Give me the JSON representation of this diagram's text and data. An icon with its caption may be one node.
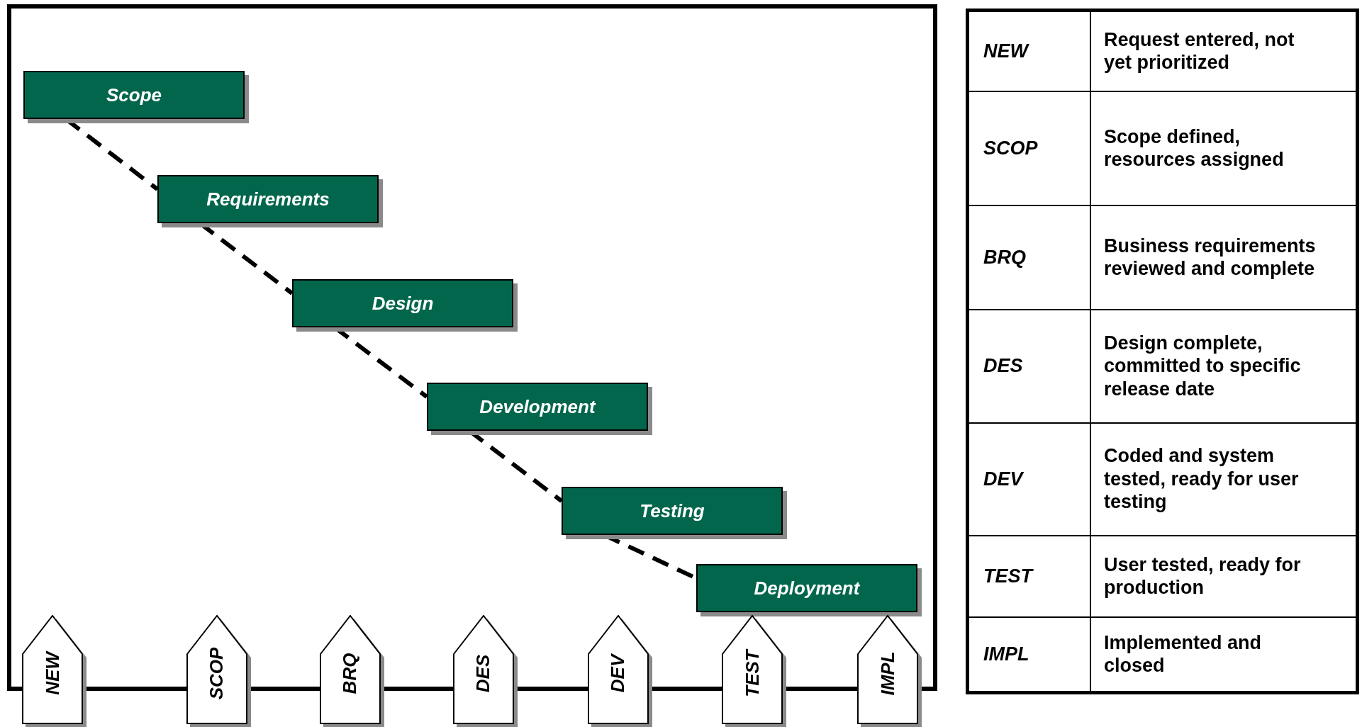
{
  "diagram": {
    "nodes": [
      {
        "text": [
          "Scope"
        ]
      },
      {
        "text": [
          "Requirements"
        ]
      },
      {
        "text": [
          "Design"
        ]
      },
      {
        "text": [
          "Development"
        ]
      },
      {
        "text": [
          "Testing"
        ]
      },
      {
        "text": [
          "Deployment"
        ]
      },
      {
        "text": [
          "NEW"
        ]
      },
      {
        "text": [
          "SCOP"
        ]
      },
      {
        "text": [
          "BRQ"
        ]
      },
      {
        "text": [
          "DES"
        ]
      },
      {
        "text": [
          "DEV"
        ]
      },
      {
        "text": [
          "TEST"
        ]
      },
      {
        "text": [
          "IMPL"
        ]
      }
    ],
    "edges": [
      {
        "from": 0,
        "to": 1,
        "arrow": "none",
        "style": "dashed"
      },
      {
        "from": 1,
        "to": 2,
        "arrow": "none",
        "style": "dashed"
      },
      {
        "from": 2,
        "to": 3,
        "arrow": "none",
        "style": "dashed"
      },
      {
        "from": 3,
        "to": 4,
        "arrow": "none",
        "style": "dashed"
      },
      {
        "from": 4,
        "to": 5,
        "arrow": "none",
        "style": "dashed"
      }
    ],
    "labels": [
      "NEW",
      "Request entered, not yet prioritized",
      "SCOP",
      "Scope defined, resources assigned",
      "BRQ",
      "Business requirements reviewed and complete",
      "DES",
      "Design complete, committed to specific release date",
      "DEV",
      "Coded and system tested, ready for user testing",
      "TEST",
      "User tested, ready for production",
      "IMPL",
      "Implemented and closed"
    ]
  }
}
